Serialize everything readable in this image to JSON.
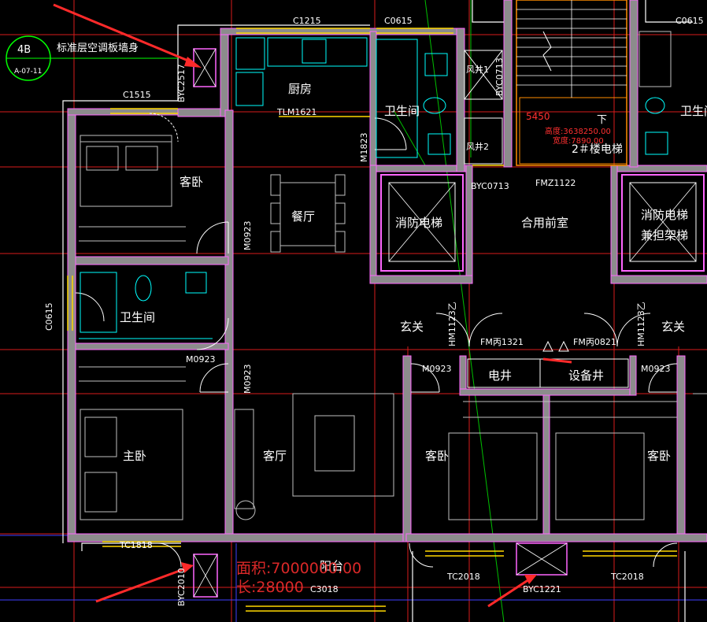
{
  "detail": {
    "tag": "4B",
    "sheet": "A-07-11",
    "title": "标准层空调板墙身"
  },
  "rooms": {
    "kitchen": "厨房",
    "bath_top": "卫生间",
    "bath_right": "卫生间",
    "bath_left": "卫生间",
    "guest_tl": "客卧",
    "dining": "餐厅",
    "lift_fire": "消防电梯",
    "lift_fire2_l1": "消防电梯",
    "lift_fire2_l2": "兼担架梯",
    "lobby": "合用前室",
    "stair": "2＃楼电梯",
    "vent1": "风井1",
    "vent2": "风井2",
    "foyer_l": "玄关",
    "foyer_r": "玄关",
    "elec": "电井",
    "equip": "设备井",
    "master": "主卧",
    "living": "客厅",
    "guest_c": "客卧",
    "guest_r": "客卧",
    "balcony": "阳台",
    "stair_down": "下"
  },
  "tags": {
    "c1215": "C1215",
    "c0615a": "C0615",
    "c0615b": "C0615",
    "c1515": "C1515",
    "byc2517": "BYC2517",
    "tlm1621": "TLM1621",
    "m1823": "M1823",
    "byc0713": "BYC0713",
    "fmz1122": "FMZ1122",
    "byc0713b": "BYC0713",
    "m0923a": "M0923",
    "c0615c": "C0615",
    "m0923b": "M0923",
    "m0923c": "M0923",
    "hm1123a": "HM1123乙",
    "hm1123b": "HM1123乙",
    "fm1321": "FM丙1321",
    "fm0821": "FM丙0821",
    "m0923d": "M0923",
    "m0923e": "M0923",
    "tc1818": "TC1818",
    "tc2018a": "TC2018",
    "tc2018b": "TC2018",
    "byc2010": "BYC2010",
    "byc1221": "BYC1221",
    "c3018": "C3018"
  },
  "dims": {
    "stair_red1": "5450",
    "stair_red2": "高度:3638250.00",
    "stair_red3": "宽度:7890.00",
    "bal_1": "面积:7000000.00",
    "bal_2": "长:28000"
  },
  "colors": {
    "background": "#000000",
    "wall_fill": "#8c8c8c",
    "wall_line": "#ff66ff",
    "wall_outer": "#ffffff",
    "window": "#ffd700",
    "door_arc": "#ffffff",
    "furniture": "#bfbfbf",
    "fixture": "#00ffff",
    "axis": "#ff2020",
    "annotation_arrow": "#ff2a2a",
    "accent_blue": "#4040ff",
    "green": "#00c000"
  }
}
